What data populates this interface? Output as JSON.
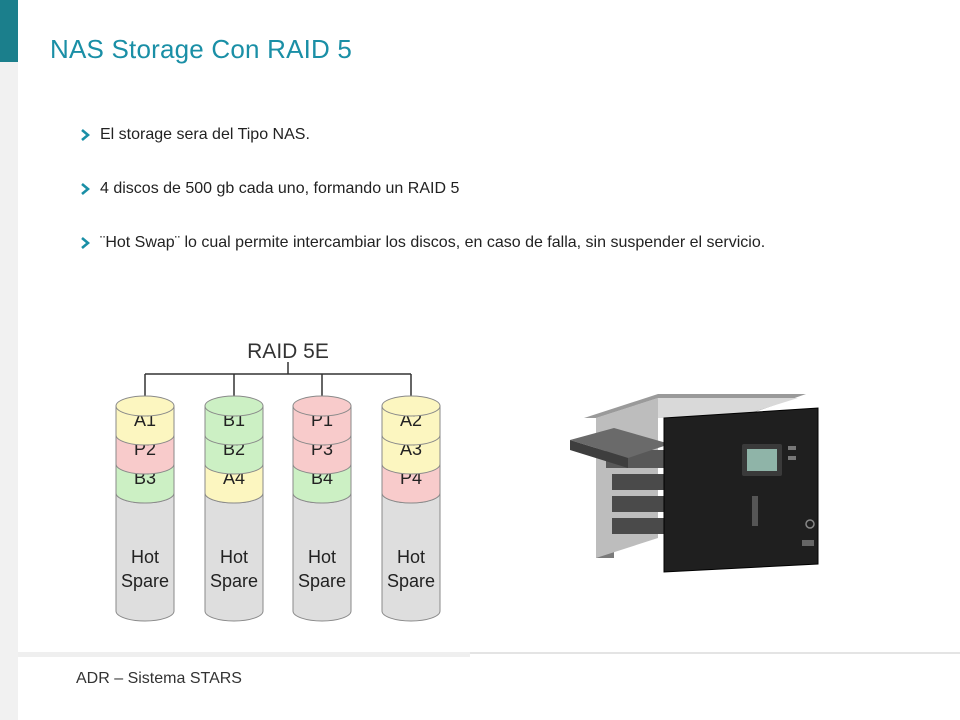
{
  "slide": {
    "title": "NAS Storage Con RAID 5",
    "bullets": [
      "El storage sera del Tipo NAS.",
      "4 discos de 500 gb cada uno, formando un RAID 5",
      "¨Hot Swap¨ lo cual permite intercambiar los discos, en caso de falla, sin suspender el servicio."
    ],
    "footer": "ADR –  Sistema STARS"
  },
  "diagram": {
    "title": "RAID 5E",
    "disks": [
      {
        "segments": [
          "A1",
          "P2",
          "B3"
        ],
        "spare": [
          "Hot",
          "Spare"
        ]
      },
      {
        "segments": [
          "B1",
          "B2",
          "A4"
        ],
        "spare": [
          "Hot",
          "Spare"
        ]
      },
      {
        "segments": [
          "P1",
          "P3",
          "B4"
        ],
        "spare": [
          "Hot",
          "Spare"
        ]
      },
      {
        "segments": [
          "A2",
          "A3",
          "P4"
        ],
        "spare": [
          "Hot",
          "Spare"
        ]
      }
    ],
    "colors": {
      "A": "#fcf6c0",
      "B": "#ccf0c4",
      "P": "#f8cbcb",
      "spare": "#dedede",
      "outline": "#8a8a8a",
      "accent": "#1b7f8c",
      "title_text": "#1a8fa6"
    }
  },
  "device": {
    "name": "nas-device-photo"
  }
}
